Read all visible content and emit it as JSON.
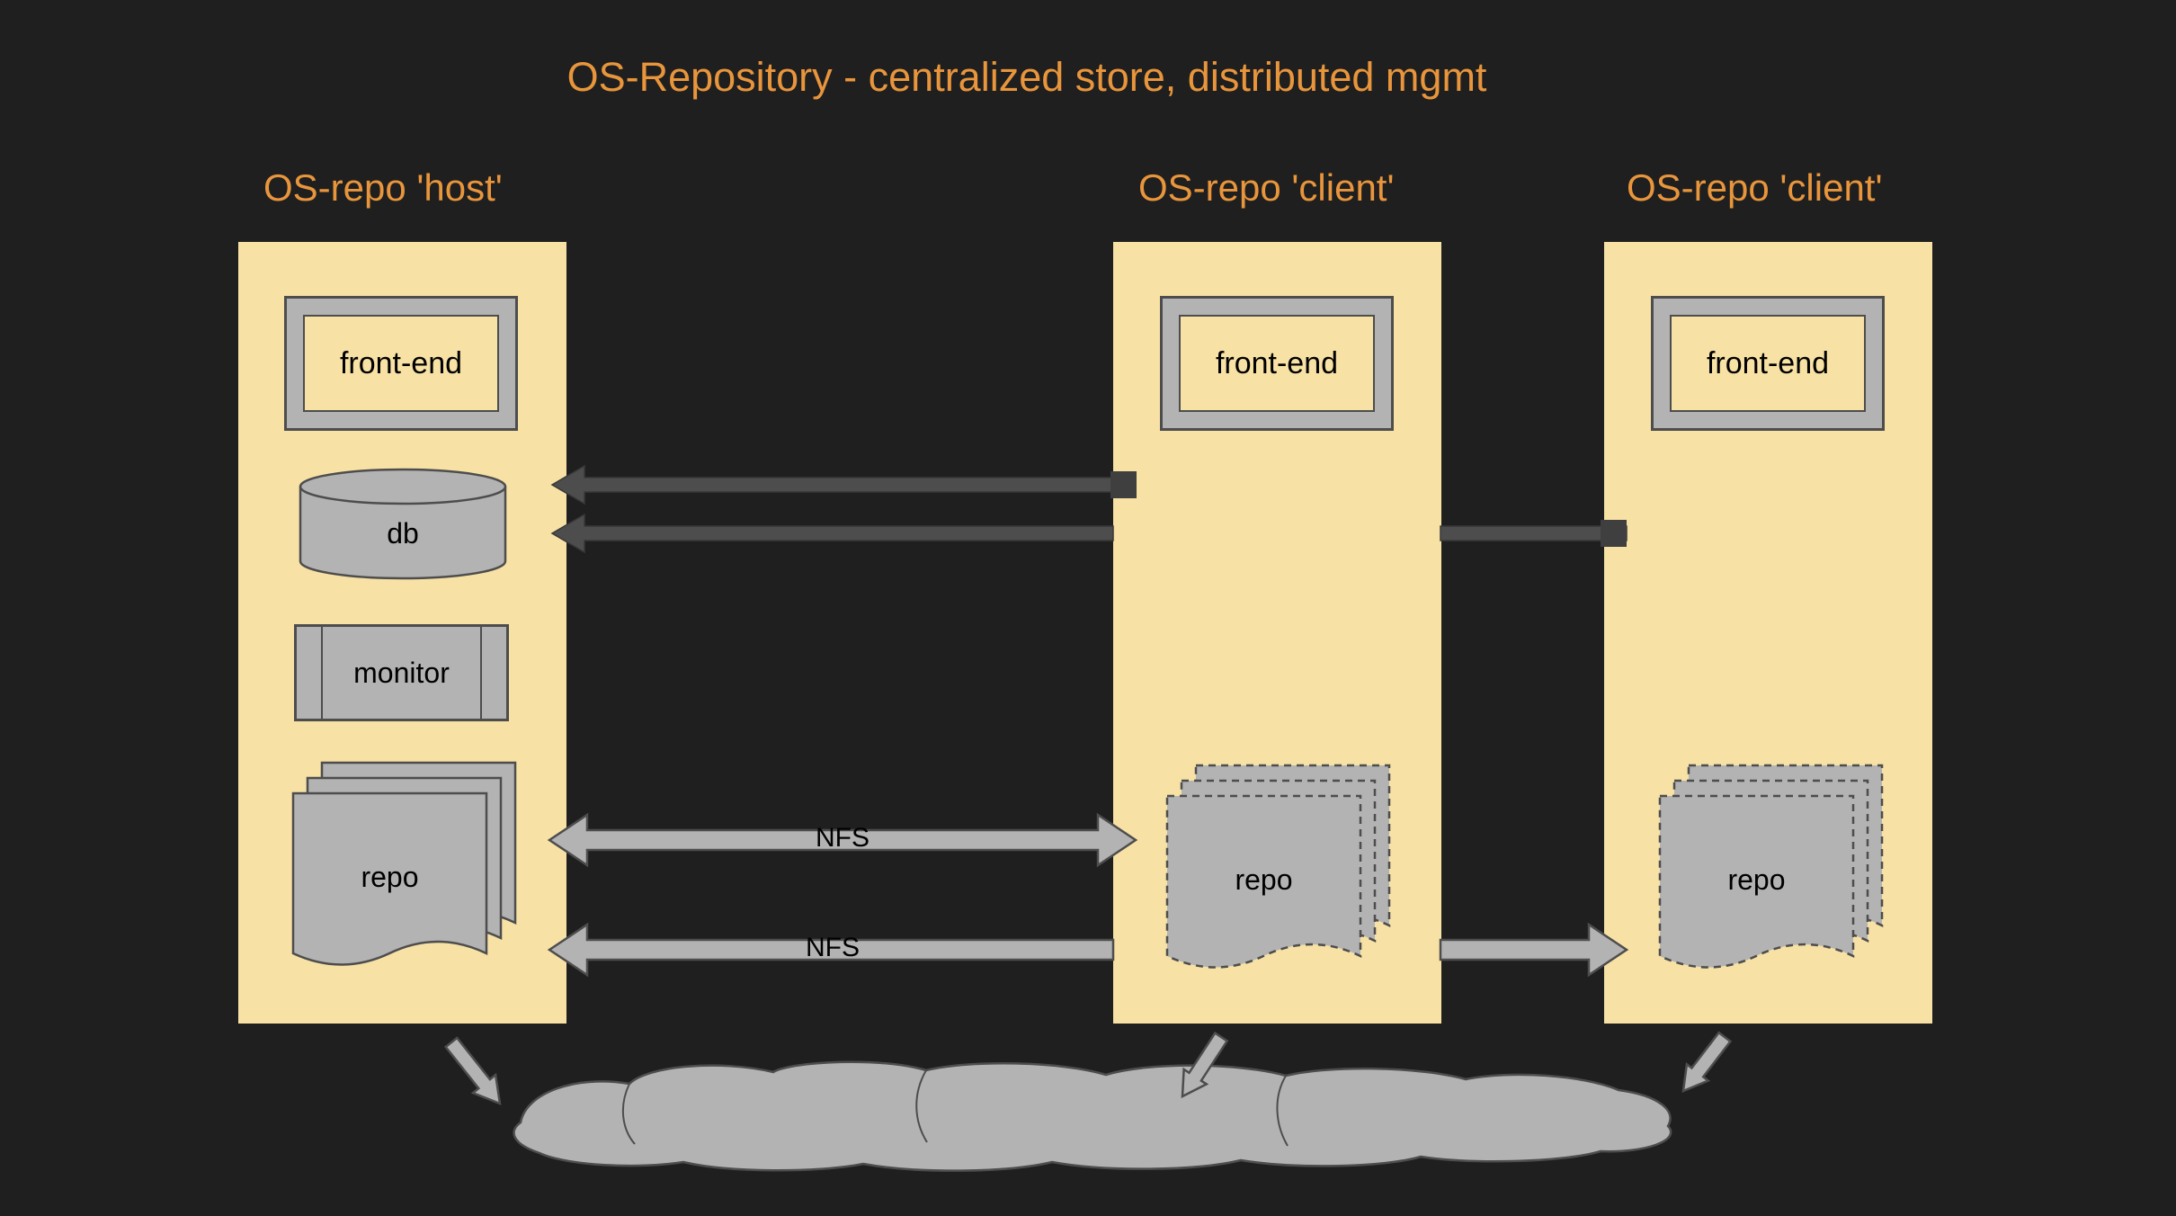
{
  "title": "OS-Repository - centralized store, distributed mgmt",
  "panels": [
    {
      "label": "OS-repo 'host'",
      "front_end_label": "front-end",
      "db_label": "db",
      "monitor_label": "monitor",
      "repo_label": "repo"
    },
    {
      "label": "OS-repo 'client'",
      "front_end_label": "front-end",
      "repo_label": "repo"
    },
    {
      "label": "OS-repo 'client'",
      "front_end_label": "front-end",
      "repo_label": "repo"
    }
  ],
  "arrows": {
    "nfs_top_label": "NFS",
    "nfs_bottom_label": "NFS"
  },
  "colors": {
    "background": "#1F1F1F",
    "accent_orange": "#E8953C",
    "panel_fill": "#F7E1A4",
    "shape_fill": "#B3B3B3",
    "shape_stroke": "#4D4D4D",
    "dark_arrow": "#4D4D4D",
    "label_text": "#000000"
  }
}
